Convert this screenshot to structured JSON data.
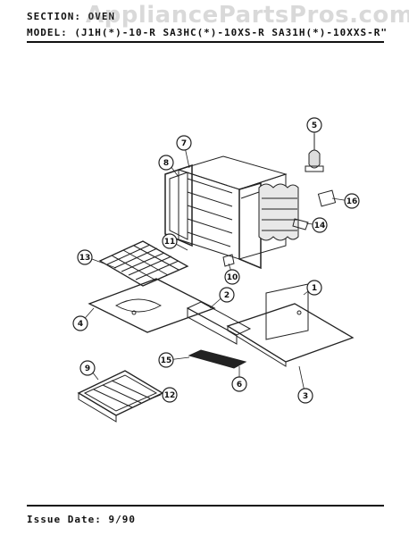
{
  "header": {
    "section_line": "SECTION: OVEN",
    "model_line": "MODEL: (J1H(*)-10-R  SA3HC(*)-10XS-R  SA31H(*)-10XXS-R\""
  },
  "watermark": "AppliancePartsPros.com",
  "footer": {
    "issue_date": "Issue Date: 9/90"
  },
  "callouts": [
    "1",
    "2",
    "3",
    "4",
    "5",
    "6",
    "7",
    "8",
    "9",
    "10",
    "11",
    "12",
    "13",
    "14",
    "15",
    "16"
  ]
}
